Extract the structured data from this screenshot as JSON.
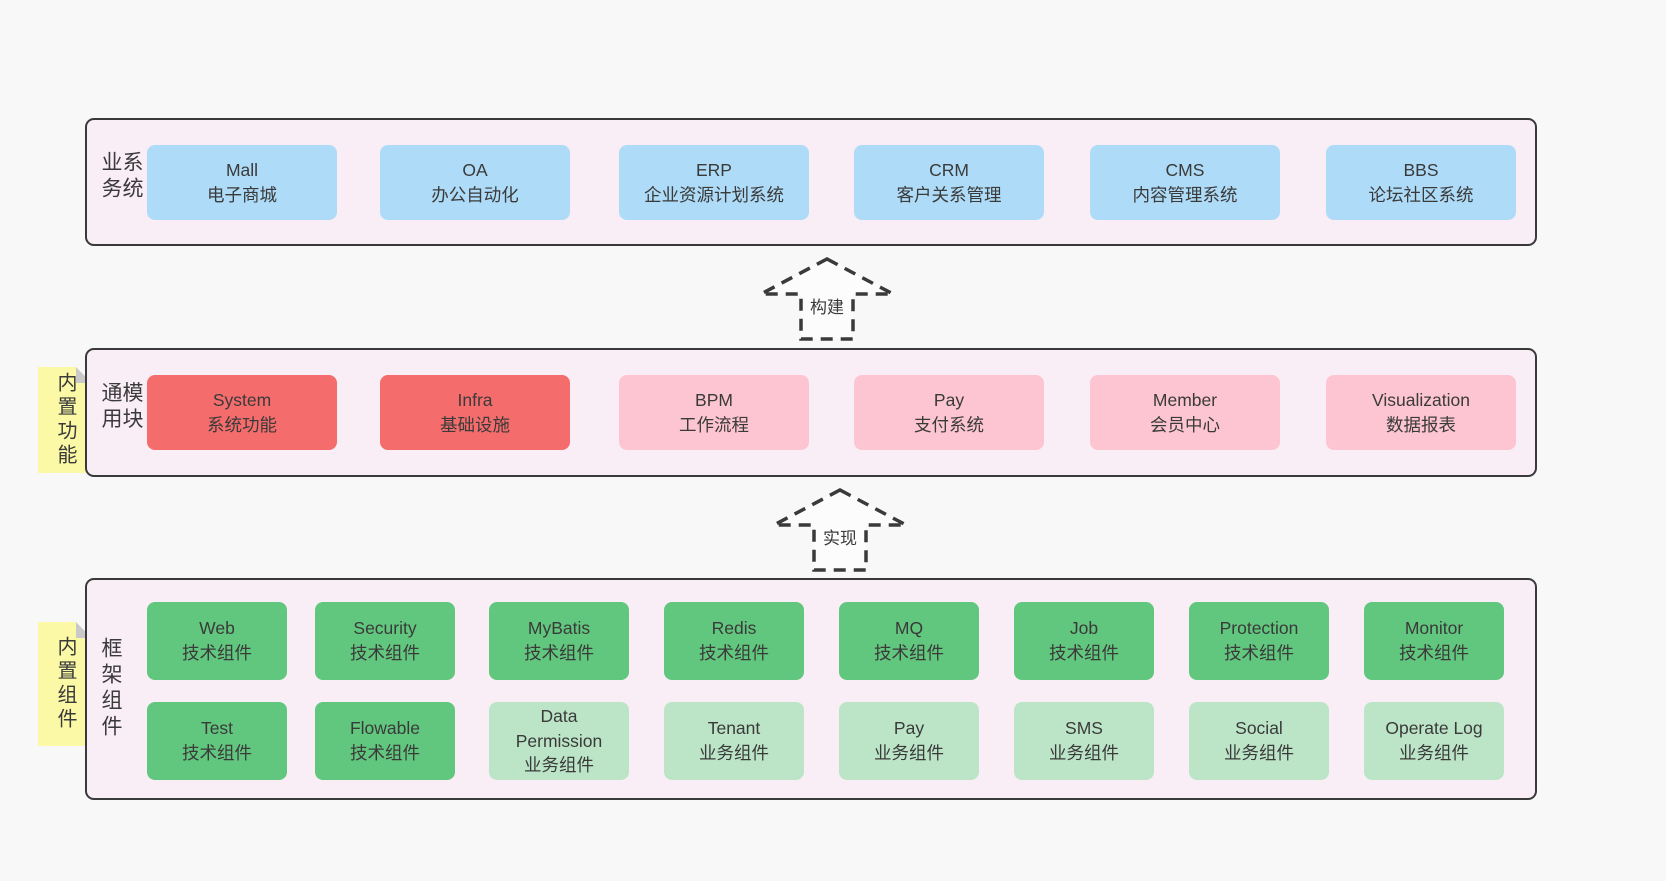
{
  "palette": {
    "page_bg": "#f8f8f8",
    "section_bg": "#f9edf6",
    "section_border": "#3a3a3a",
    "blue": "#aedbf7",
    "red": "#f56c6c",
    "pink": "#fcc5d1",
    "green": "#62c77e",
    "light_green": "#bce5c8",
    "yellow": "#fbf9a5",
    "fold_gray": "#c9c9c9",
    "text": "#3a3a3a"
  },
  "arrows": [
    {
      "label": "构建"
    },
    {
      "label": "实现"
    }
  ],
  "sections": {
    "business": {
      "label": "业务系统",
      "items": [
        {
          "en": "Mall",
          "zh": "电子商城",
          "type": "blue"
        },
        {
          "en": "OA",
          "zh": "办公自动化",
          "type": "blue"
        },
        {
          "en": "ERP",
          "zh": "企业资源计划系统",
          "type": "blue"
        },
        {
          "en": "CRM",
          "zh": "客户关系管理",
          "type": "blue"
        },
        {
          "en": "CMS",
          "zh": "内容管理系统",
          "type": "blue"
        },
        {
          "en": "BBS",
          "zh": "论坛社区系统",
          "type": "blue"
        }
      ]
    },
    "modules": {
      "label": "通用模块",
      "sticky": "内置功能",
      "items": [
        {
          "en": "System",
          "zh": "系统功能",
          "type": "red"
        },
        {
          "en": "Infra",
          "zh": "基础设施",
          "type": "red"
        },
        {
          "en": "BPM",
          "zh": "工作流程",
          "type": "pink"
        },
        {
          "en": "Pay",
          "zh": "支付系统",
          "type": "pink"
        },
        {
          "en": "Member",
          "zh": "会员中心",
          "type": "pink"
        },
        {
          "en": "Visualization",
          "zh": "数据报表",
          "type": "pink"
        }
      ]
    },
    "framework": {
      "label": "框架组件",
      "sticky": "内置组件",
      "rows": [
        [
          {
            "en": "Web",
            "zh": "技术组件",
            "type": "green"
          },
          {
            "en": "Security",
            "zh": "技术组件",
            "type": "green"
          },
          {
            "en": "MyBatis",
            "zh": "技术组件",
            "type": "green"
          },
          {
            "en": "Redis",
            "zh": "技术组件",
            "type": "green"
          },
          {
            "en": "MQ",
            "zh": "技术组件",
            "type": "green"
          },
          {
            "en": "Job",
            "zh": "技术组件",
            "type": "green"
          },
          {
            "en": "Protection",
            "zh": "技术组件",
            "type": "green"
          },
          {
            "en": "Monitor",
            "zh": "技术组件",
            "type": "green"
          }
        ],
        [
          {
            "en": "Test",
            "zh": "技术组件",
            "type": "green"
          },
          {
            "en": "Flowable",
            "zh": "技术组件",
            "type": "green"
          },
          {
            "en": "Data Permission",
            "zh": "业务组件",
            "type": "lightgreen"
          },
          {
            "en": "Tenant",
            "zh": "业务组件",
            "type": "lightgreen"
          },
          {
            "en": "Pay",
            "zh": "业务组件",
            "type": "lightgreen"
          },
          {
            "en": "SMS",
            "zh": "业务组件",
            "type": "lightgreen"
          },
          {
            "en": "Social",
            "zh": "业务组件",
            "type": "lightgreen"
          },
          {
            "en": "Operate Log",
            "zh": "业务组件",
            "type": "lightgreen"
          }
        ]
      ]
    }
  }
}
